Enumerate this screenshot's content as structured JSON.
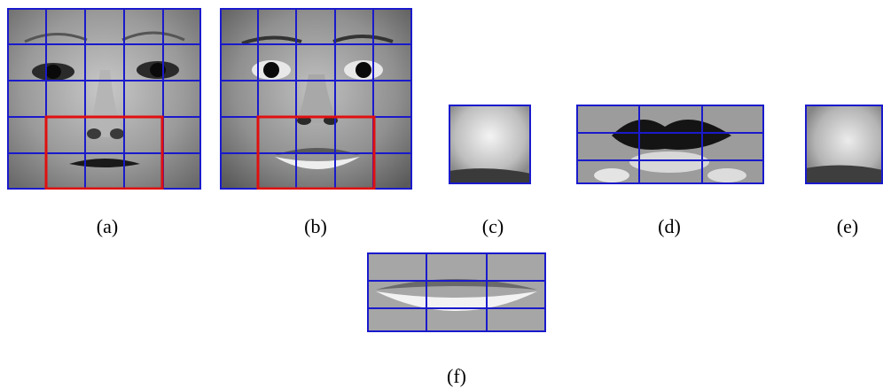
{
  "figure": {
    "captions": {
      "a": "(a)",
      "b": "(b)",
      "c": "(c)",
      "d": "(d)",
      "e": "(e)",
      "f": "(f)"
    },
    "panels": {
      "a": {
        "content": "grayscale face image with grid overlay and highlighted mouth region",
        "grid": {
          "cols": 5,
          "rows": 5
        },
        "highlight_region": "mouth"
      },
      "b": {
        "content": "grayscale face image with grid overlay and highlighted mouth region",
        "grid": {
          "cols": 5,
          "rows": 5
        },
        "highlight_region": "mouth"
      },
      "c": {
        "content": "cropped blurred mouth patch with blue border"
      },
      "d": {
        "content": "cropped mouth region with 3x3 grid",
        "grid": {
          "cols": 3,
          "rows": 3
        }
      },
      "e": {
        "content": "cropped blurred mouth patch with blue border"
      },
      "f": {
        "content": "cropped lips region with 3x3 grid",
        "grid": {
          "cols": 3,
          "rows": 3
        }
      }
    },
    "colors": {
      "grid": "#1a1acc",
      "highlight": "#e01010",
      "background": "#ffffff"
    }
  }
}
